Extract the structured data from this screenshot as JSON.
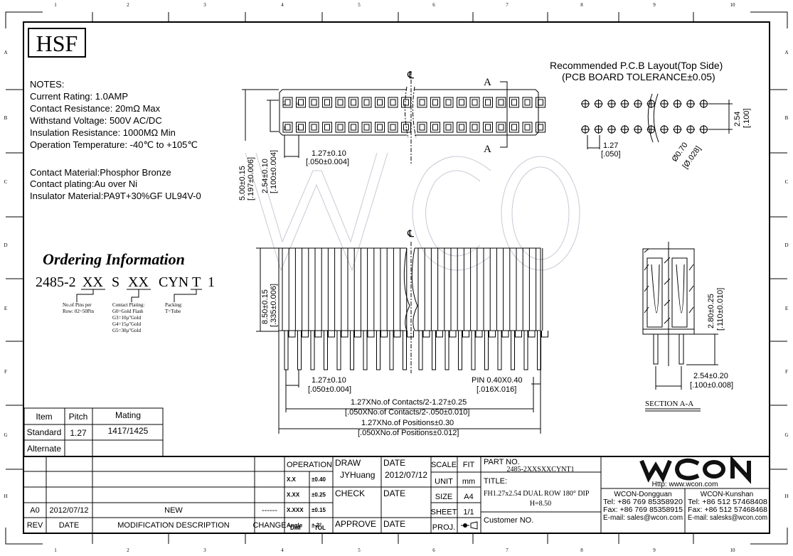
{
  "frame": {
    "columns": [
      "1",
      "2",
      "3",
      "4",
      "5",
      "6",
      "7",
      "8",
      "9",
      "10"
    ],
    "rows": [
      "A",
      "B",
      "C",
      "D",
      "E",
      "F",
      "G",
      "H"
    ]
  },
  "logo": "HSF",
  "notes": {
    "heading": "NOTES:",
    "lines": [
      "Current Rating: 1.0AMP",
      "Contact Resistance: 20mΩ Max",
      "Withstand Voltage: 500V AC/DC",
      "Insulation Resistance: 1000MΩ Min",
      "Operation Temperature: -40℃ to +105℃"
    ],
    "materials": [
      "Contact Material:Phosphor Bronze",
      "Contact plating:Au over Ni",
      "Insulator Material:PA9T+30%GF UL94V-0"
    ]
  },
  "ordering": {
    "title": "Ordering Information",
    "code": [
      "2485-2",
      "XX",
      "S",
      "XX",
      "CYN",
      "T",
      "1"
    ],
    "pins_label": [
      "No.of Pins per",
      "Row: 02~50Pin"
    ],
    "plating_label": [
      "Contact Plating:",
      "G0=Gold Flash",
      "G3=10μ\"Gold",
      "G4=15μ\"Gold",
      "G5=30μ\"Gold"
    ],
    "packing_label": [
      "Packing:",
      "T=Tube"
    ]
  },
  "top_view": {
    "centerline": "℄",
    "section_marker": "A",
    "pin_numbers": [
      "2",
      "4",
      "1",
      "3"
    ],
    "dim_height": [
      "5.00±0.15",
      "[.197±0.006]"
    ],
    "dim_row_pitch": [
      "2.54±0.10",
      "[.100±0.004]"
    ],
    "dim_pitch": [
      "1.27±0.10",
      "[.050±0.004]"
    ]
  },
  "pcb_layout": {
    "title": "Recommended P.C.B Layout(Top Side)",
    "tolerance": "(PCB BOARD TOLERANCE±0.05)",
    "dim_row": [
      "2.54",
      "[.100]"
    ],
    "dim_pitch": [
      "1.27",
      "[.050]"
    ],
    "dim_hole": [
      "Ø0.70",
      "[Ø.028]"
    ]
  },
  "front_view": {
    "centerline": "℄",
    "dim_height": [
      "8.50±0.15",
      "[.335±0.006]"
    ],
    "dim_pitch": [
      "1.27±0.10",
      "[.050±0.004]"
    ],
    "pin_size": [
      "PIN 0.40X0.40",
      "[.016X.016]"
    ],
    "dim_contacts": [
      "1.27XNo.of Contacts/2-1.27±0.25",
      "[.050XNo.of Contacts/2-.050±0.010]"
    ],
    "dim_positions": [
      "1.27XNo.of Positions±0.30",
      "[.050XNo.of Positions±0.012]"
    ]
  },
  "section": {
    "title": "SECTION A-A",
    "dim_tail": [
      "2.80±0.25",
      "[.110±0.010]"
    ],
    "dim_pitch": [
      "2.54±0.20",
      "[.100±0.008]"
    ]
  },
  "mating_table": {
    "headers": [
      "Item",
      "Pitch",
      "Mating"
    ],
    "rows": [
      [
        "Standard",
        "1.27",
        "1417/1425"
      ],
      [
        "Alternate",
        "",
        ""
      ]
    ]
  },
  "revision": {
    "row": [
      "A0",
      "2012/07/12",
      "NEW",
      "------"
    ],
    "headers": [
      "REV",
      "DATE",
      "MODIFICATION DESCRIPTION",
      "CHANGE"
    ]
  },
  "tolerances": {
    "title": "OPERATION",
    "rows": [
      [
        "X.X",
        "±0.40"
      ],
      [
        "X.XX",
        "±0.25"
      ],
      [
        "X.XXX",
        "±0.15"
      ],
      [
        "Angle",
        "± 3°"
      ]
    ],
    "footer": [
      "DIM",
      "TOL"
    ]
  },
  "approval": {
    "draw": "DRAW",
    "drawer": "JYHuang",
    "date_label": "DATE",
    "draw_date": "2012/07/12",
    "check": "CHECK",
    "approve": "APPROVE"
  },
  "spec": {
    "rows": [
      [
        "SCALE",
        "FIT"
      ],
      [
        "UNIT",
        "mm"
      ],
      [
        "SIZE",
        "A4"
      ],
      [
        "SHEET",
        "1/1"
      ],
      [
        "PROJ.",
        ""
      ]
    ]
  },
  "part": {
    "part_label": "PART NO.",
    "part_no": "2485-2XXSXXCYNT1",
    "title_label": "TITLE:",
    "title": [
      "FH1.27x2.54 DUAL ROW 180° DIP",
      "H=8.50"
    ],
    "customer_label": "Customer NO."
  },
  "company": {
    "logo": "WCON",
    "url": "Http:  www.wcon.com",
    "dongguan": [
      "WCON-Dongguan",
      "Tel: +86 769 85358920",
      "Fax: +86 769 85358915",
      "E-mail: sales@wcon.com"
    ],
    "kunshan": [
      "WCON-Kunshan",
      "Tel: +86 512 57468408",
      "Fax: +86 512 57468468",
      "E-mail: salesks@wcon.com"
    ]
  },
  "watermark": "WCON"
}
